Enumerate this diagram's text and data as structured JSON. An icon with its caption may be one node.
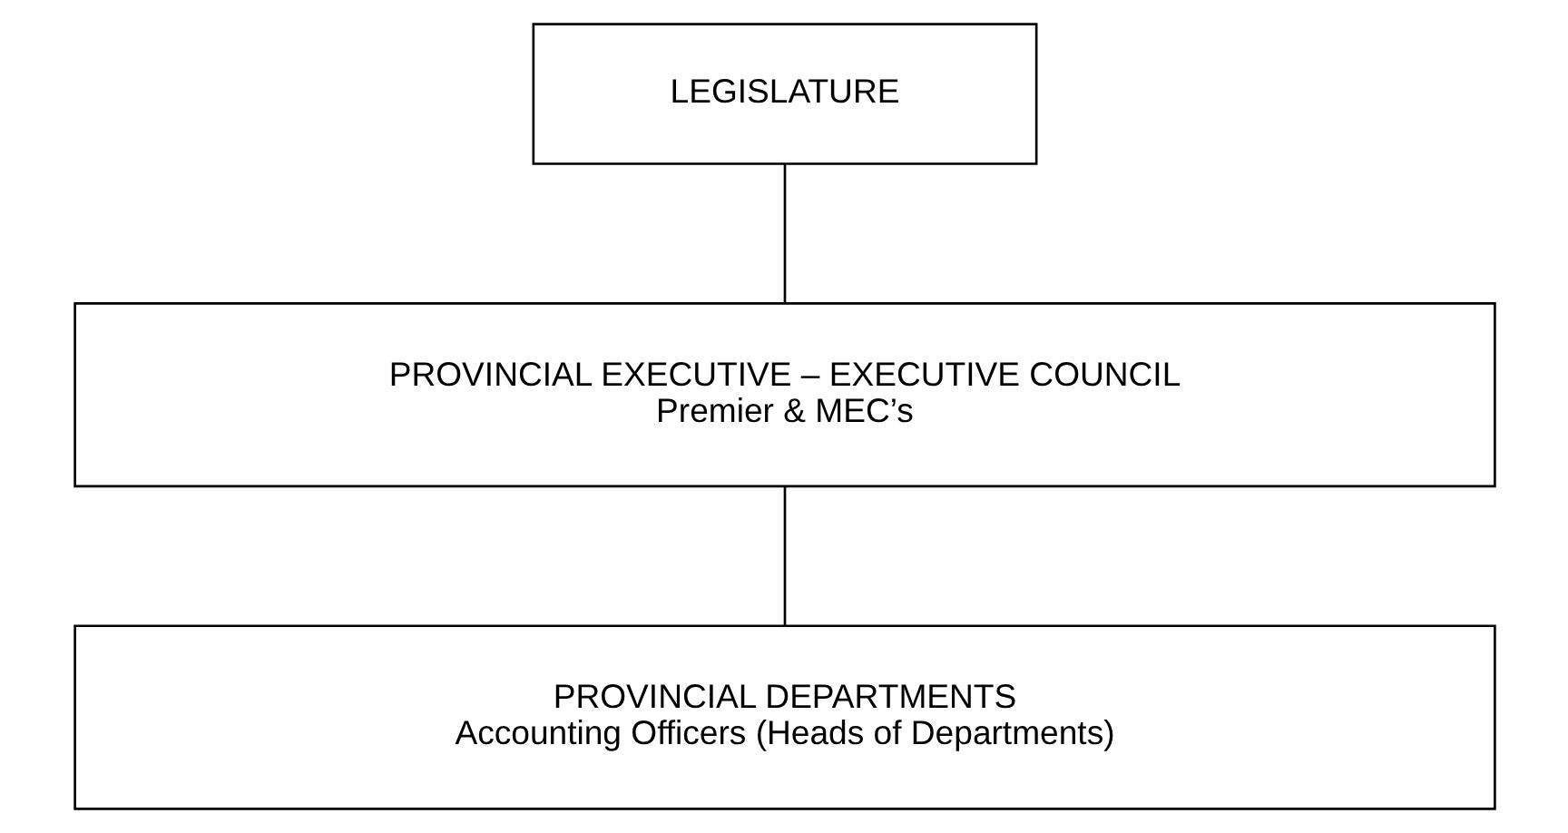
{
  "diagram": {
    "nodes": [
      {
        "text": [
          "LEGISLATURE"
        ]
      },
      {
        "text": [
          "PROVINCIAL EXECUTIVE – EXECUTIVE COUNCIL",
          "Premier & MEC’s"
        ]
      },
      {
        "text": [
          "PROVINCIAL DEPARTMENTS",
          "Accounting Officers (Heads of Departments)"
        ]
      }
    ],
    "edges": [
      {
        "from": 0,
        "to": 1,
        "arrow": "none"
      },
      {
        "from": 1,
        "to": 2,
        "arrow": "none"
      }
    ]
  }
}
